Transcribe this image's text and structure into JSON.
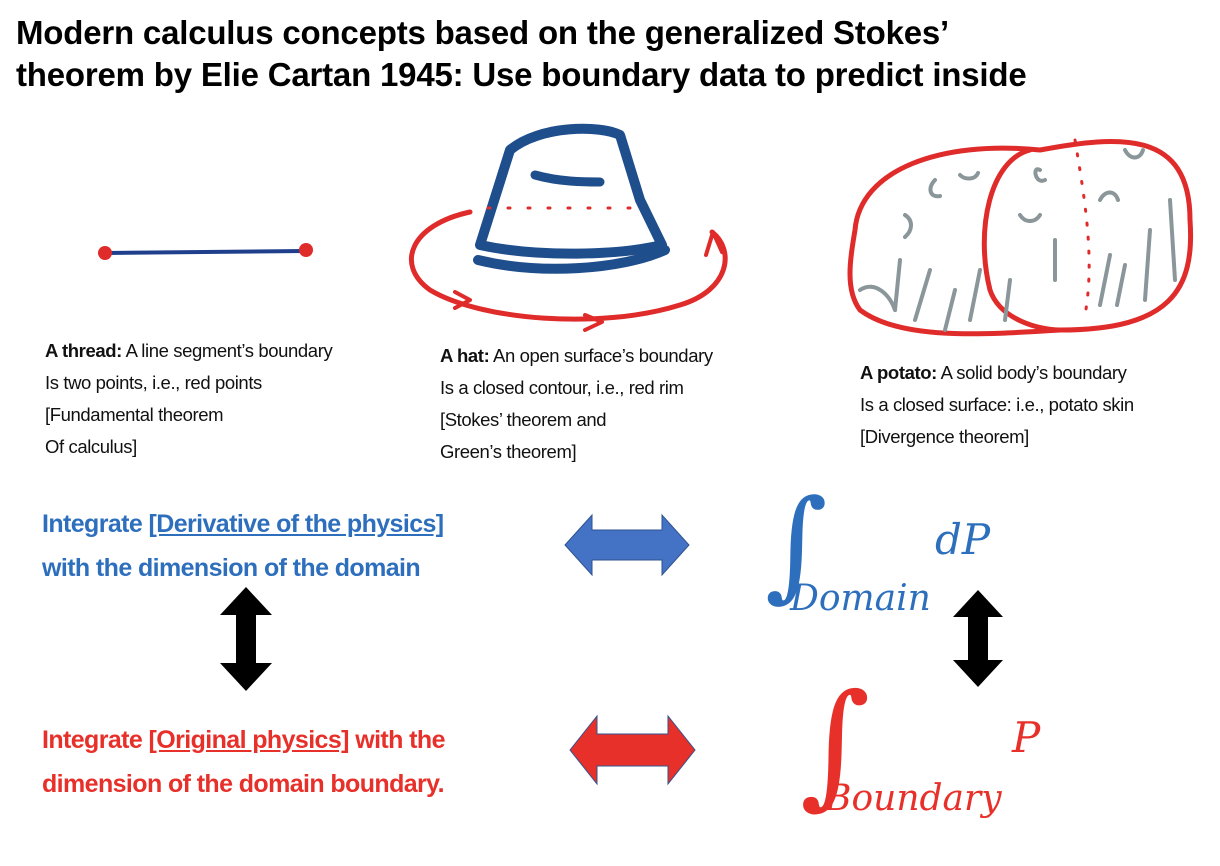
{
  "title": {
    "line1": "Modern calculus concepts based on the generalized Stokes’",
    "line2": "theorem by Elie Cartan 1945: Use boundary data to predict inside"
  },
  "captions": [
    {
      "name": "A thread:",
      "lines": [
        " A line segment’s boundary",
        "Is two points, i.e., red points",
        "[Fundamental theorem",
        "Of calculus]"
      ]
    },
    {
      "name": "A hat:",
      "lines": [
        " An open surface’s boundary",
        "Is a closed contour, i.e., red rim",
        "[Stokes’ theorem and",
        "Green’s theorem]"
      ]
    },
    {
      "name": "A potato:",
      "lines": [
        " A solid body’s boundary",
        "Is a closed surface: i.e., potato skin",
        "[Divergence theorem]"
      ]
    }
  ],
  "statements": {
    "domain": {
      "pre": "Integrate ",
      "underlined": "[Derivative of the physics]",
      "line2": "with the dimension of the domain"
    },
    "boundary": {
      "pre": "Integrate ",
      "underlined": "[Original physics]",
      "post": " with the",
      "line2": "dimension of the domain boundary."
    }
  },
  "formulas": {
    "domain": {
      "integral": "∫",
      "subscript": "Domain",
      "integrand": "dP"
    },
    "boundary": {
      "integral": "∫",
      "subscript": "Boundary",
      "integrand": "P"
    }
  },
  "colors": {
    "blue": "#2e6fbd",
    "red": "#e8302a",
    "hat": "#1f4e8c",
    "potato_marks": "#8a9699"
  }
}
